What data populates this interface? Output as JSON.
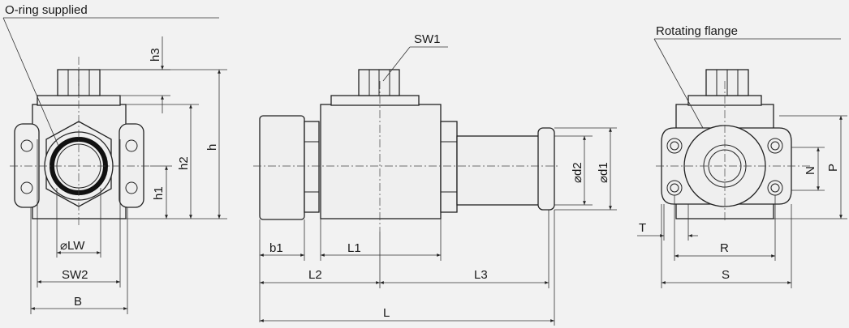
{
  "labels": {
    "oring": "O-ring supplied",
    "rotating_flange": "Rotating flange",
    "sw1": "SW1",
    "h3": "h3",
    "h": "h",
    "h2": "h2",
    "h1": "h1",
    "lw": "LW",
    "sw2": "SW2",
    "b": "B",
    "d2": "d2",
    "d1": "d1",
    "b1": "b1",
    "l1": "L1",
    "l2": "L2",
    "l3": "L3",
    "l": "L",
    "n": "N",
    "p": "P",
    "t": "T",
    "r": "R",
    "s": "S"
  },
  "symbols": {
    "diameter": "⌀"
  }
}
